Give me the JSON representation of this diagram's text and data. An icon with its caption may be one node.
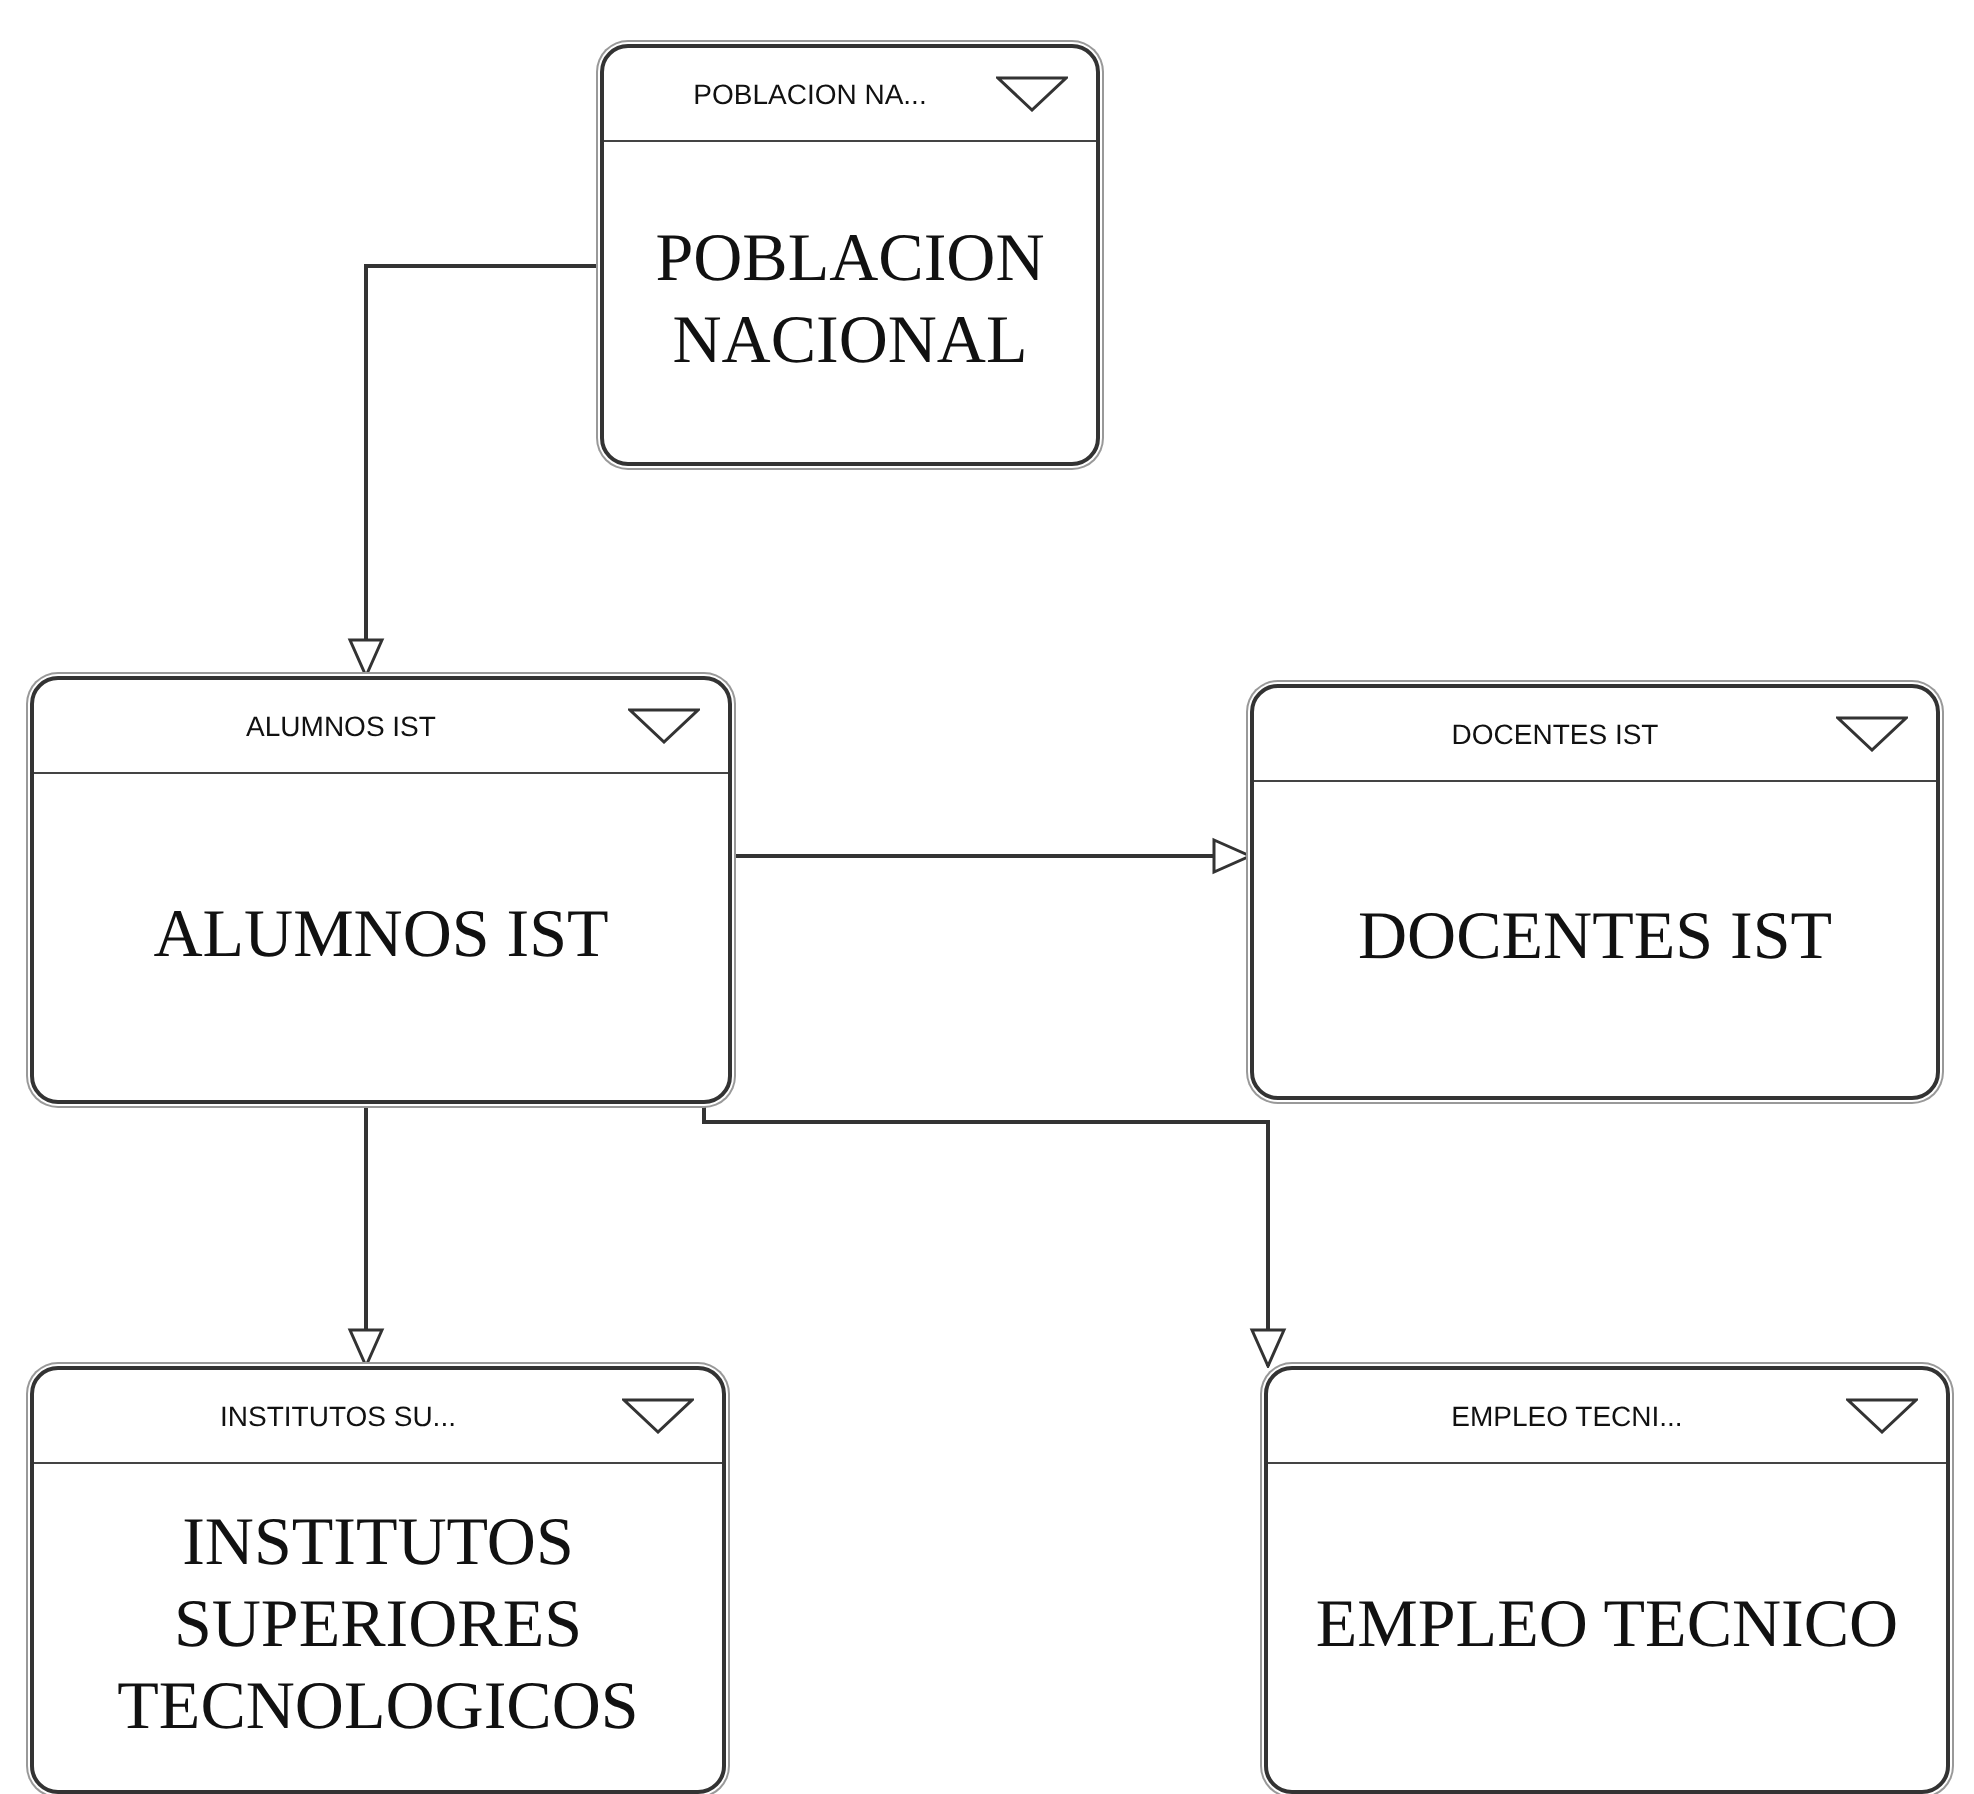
{
  "diagram": {
    "nodes": [
      {
        "text": [
          "POBLACION NA...",
          "POBLACION NACIONAL"
        ]
      },
      {
        "text": [
          "ALUMNOS IST",
          "ALUMNOS IST"
        ]
      },
      {
        "text": [
          "DOCENTES IST",
          "DOCENTES IST"
        ]
      },
      {
        "text": [
          "INSTITUTOS SU...",
          "INSTITUTOS SUPERIORES TECNOLOGICOS"
        ]
      },
      {
        "text": [
          "EMPLEO TECNI...",
          "EMPLEO TECNICO"
        ]
      }
    ],
    "edges": [
      {
        "from": 0,
        "to": 1,
        "arrow": "to"
      },
      {
        "from": 1,
        "to": 2,
        "arrow": "to"
      },
      {
        "from": 1,
        "to": 3,
        "arrow": "to"
      },
      {
        "from": 1,
        "to": 4,
        "arrow": "to"
      }
    ]
  }
}
